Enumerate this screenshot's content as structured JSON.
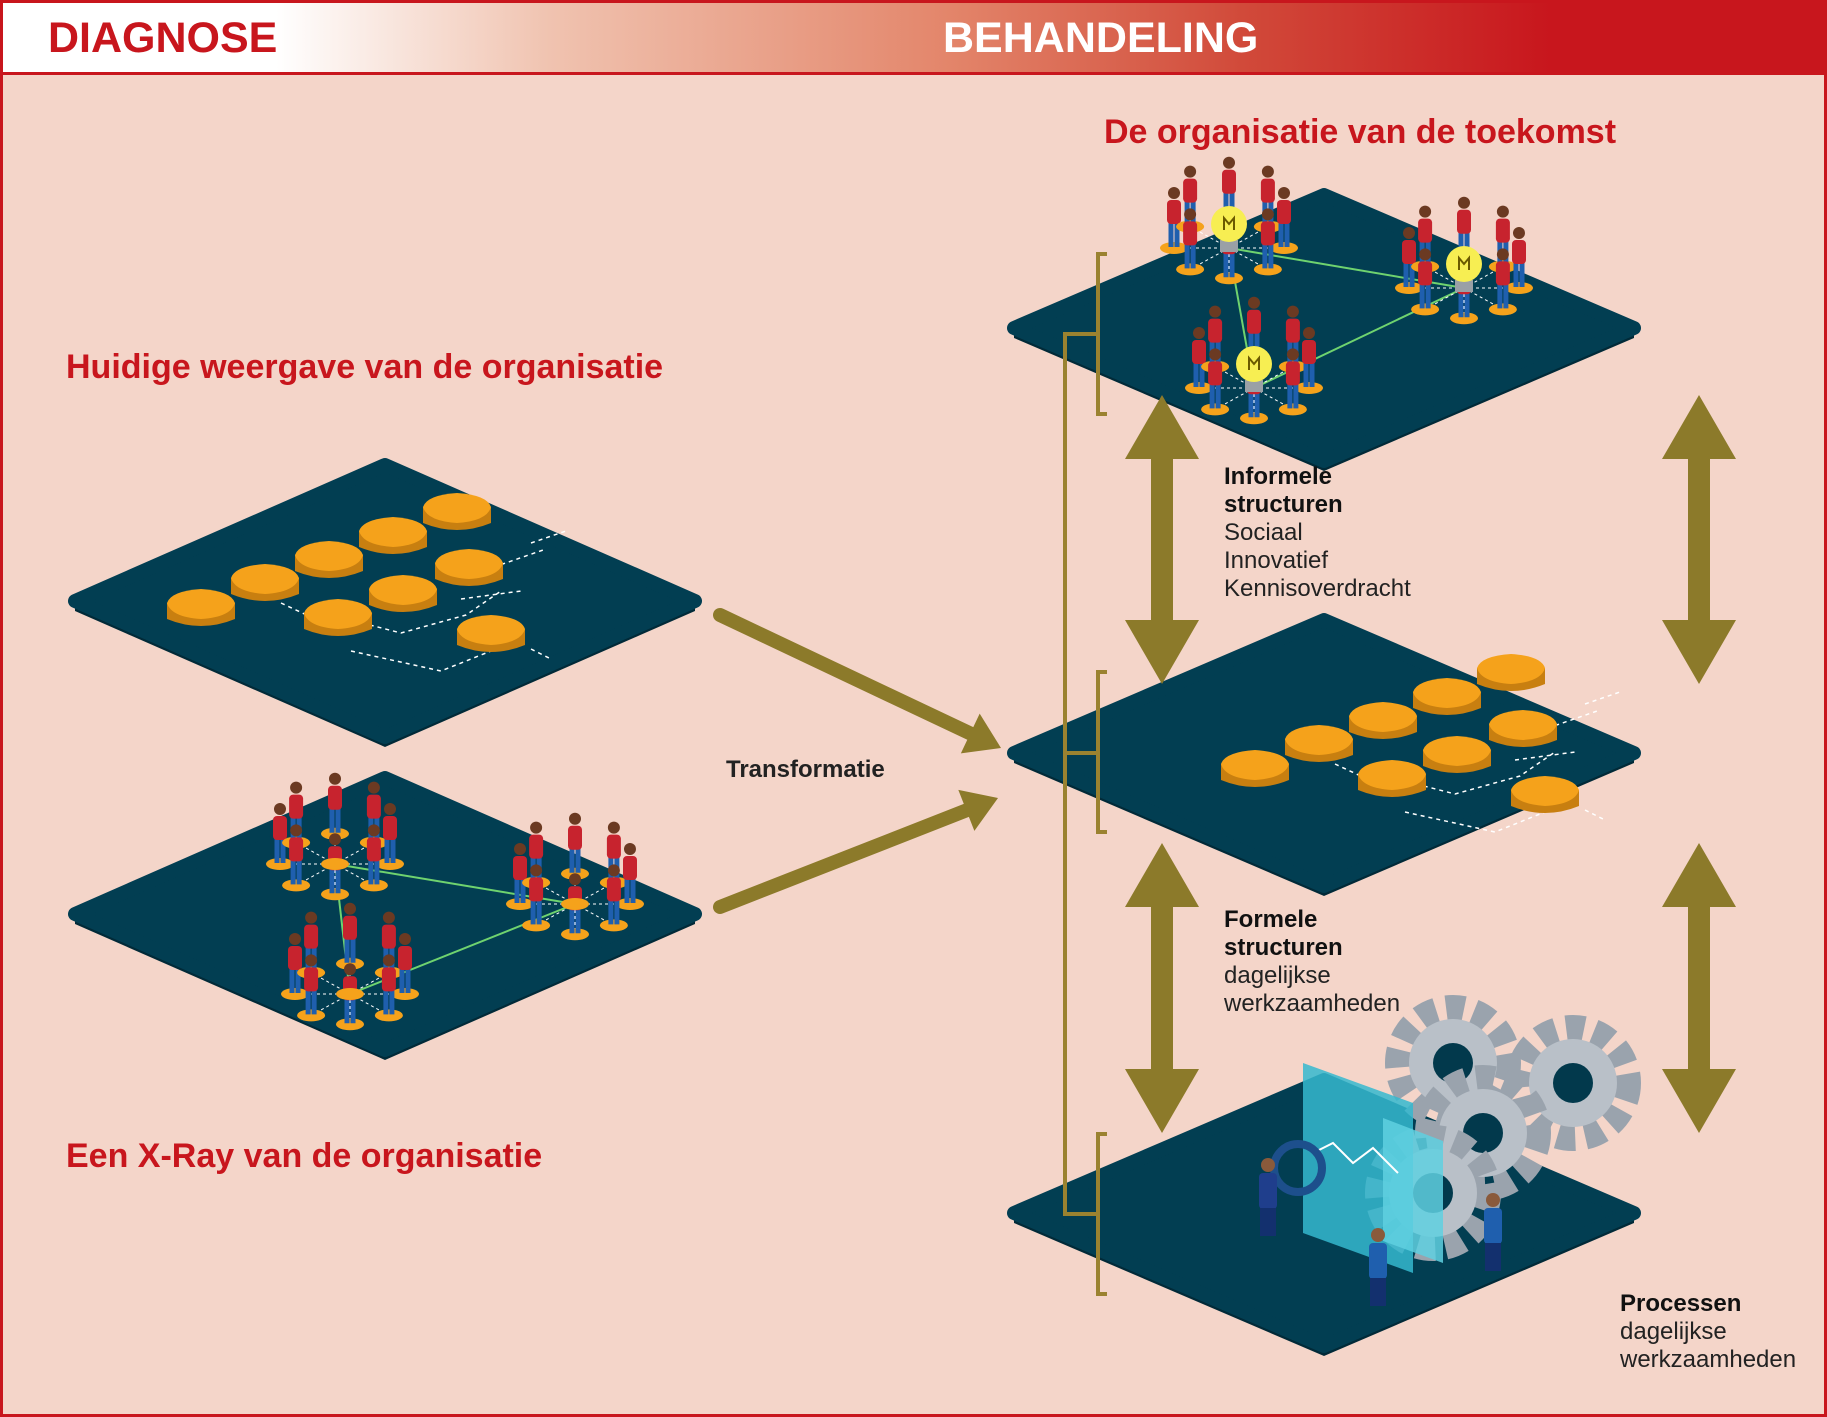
{
  "header": {
    "left_label": "DIAGNOSE",
    "right_label": "BEHANDELING"
  },
  "left": {
    "title_top": "Huidige weergave van de organisatie",
    "title_bottom": "Een X-Ray van de organisatie"
  },
  "middle": {
    "arrow_label": "Transformatie"
  },
  "right": {
    "title": "De organisatie van de toekomst",
    "informal": {
      "heading": "Informele structuren",
      "lines": [
        "Sociaal",
        "Innovatief",
        "Kennisoverdracht"
      ]
    },
    "formal": {
      "heading": "Formele structuren",
      "lines": [
        "dagelijkse",
        "werkzaamheden"
      ]
    },
    "processes": {
      "heading": "Processen",
      "lines": [
        "dagelijkse",
        "werkzaamheden"
      ]
    }
  },
  "colors": {
    "accent_red": "#c8161d",
    "background": "#f4d5c9",
    "platform": "#023e52",
    "block": "#f5a21b",
    "arrow": "#8c7a2a",
    "link_green": "#6fd36f"
  }
}
